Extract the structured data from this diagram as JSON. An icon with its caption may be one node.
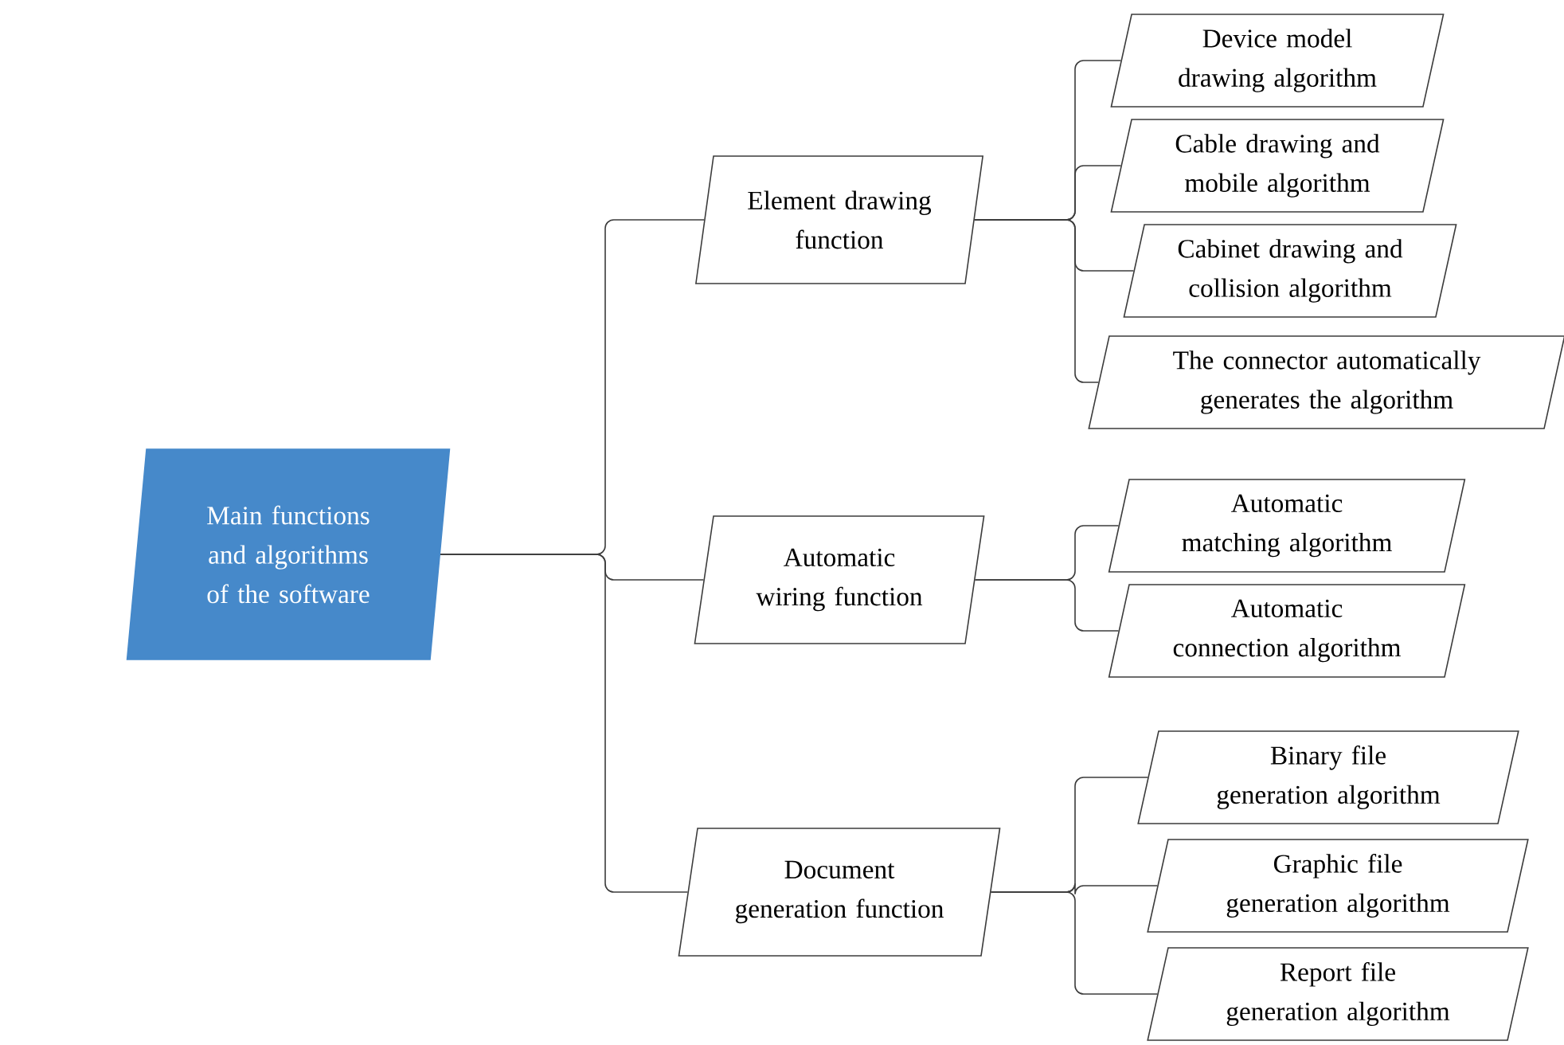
{
  "diagram": {
    "nodes": [
      {
        "text": [
          "Main functions and algorithms of the software"
        ]
      },
      {
        "text": [
          "Element drawing function"
        ]
      },
      {
        "text": [
          "Device model drawing algorithm"
        ]
      },
      {
        "text": [
          "Cable drawing and mobile algorithm"
        ]
      },
      {
        "text": [
          "Cabinet drawing and collision algorithm"
        ]
      },
      {
        "text": [
          "The connector automatically generates the algorithm"
        ]
      },
      {
        "text": [
          "Automatic wiring function"
        ]
      },
      {
        "text": [
          "Automatic matching algorithm"
        ]
      },
      {
        "text": [
          "Automatic connection algorithm"
        ]
      },
      {
        "text": [
          "Document generation function"
        ]
      },
      {
        "text": [
          "Binary file generation algorithm"
        ]
      },
      {
        "text": [
          "Graphic file generation algorithm"
        ]
      },
      {
        "text": [
          "Report file generation algorithm"
        ]
      }
    ],
    "edges": [
      {
        "from": 0,
        "to": 1,
        "arrow": "none"
      },
      {
        "from": 0,
        "to": 6,
        "arrow": "none"
      },
      {
        "from": 0,
        "to": 9,
        "arrow": "none"
      },
      {
        "from": 1,
        "to": 2,
        "arrow": "none"
      },
      {
        "from": 1,
        "to": 3,
        "arrow": "none"
      },
      {
        "from": 1,
        "to": 4,
        "arrow": "none"
      },
      {
        "from": 1,
        "to": 5,
        "arrow": "none"
      },
      {
        "from": 6,
        "to": 7,
        "arrow": "none"
      },
      {
        "from": 6,
        "to": 8,
        "arrow": "none"
      },
      {
        "from": 9,
        "to": 10,
        "arrow": "none"
      },
      {
        "from": 9,
        "to": 11,
        "arrow": "none"
      },
      {
        "from": 9,
        "to": 12,
        "arrow": "none"
      }
    ]
  }
}
